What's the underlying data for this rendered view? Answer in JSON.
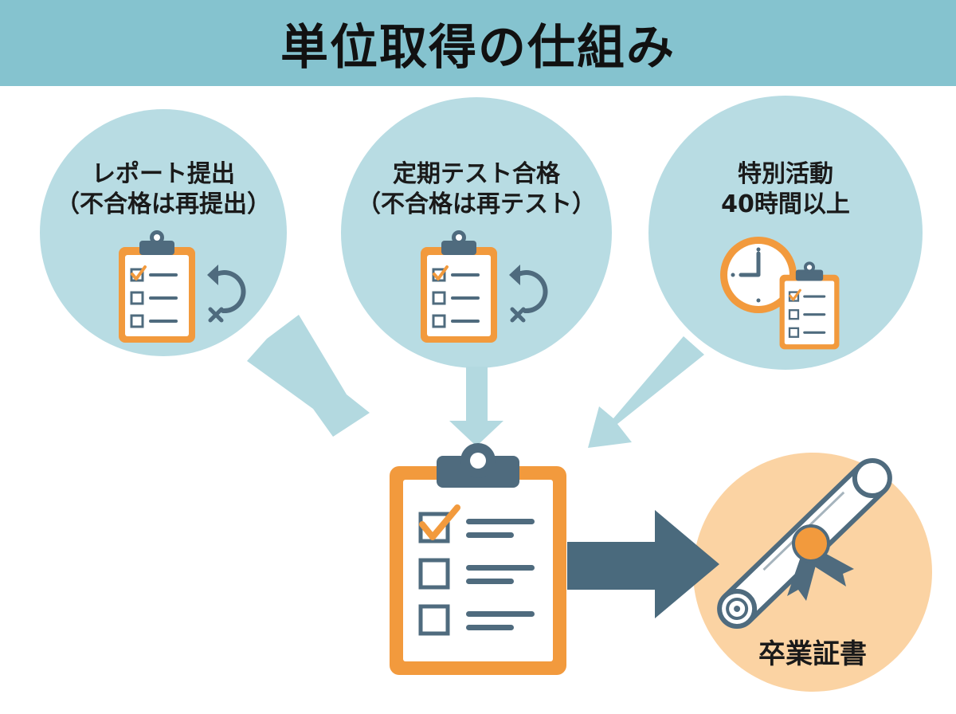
{
  "title": "単位取得の仕組み",
  "requirements": [
    {
      "line1": "レポート提出",
      "line2": "（不合格は再提出）",
      "icon": "clipboard-retry-icon"
    },
    {
      "line1": "定期テスト合格",
      "line2": "（不合格は再テスト）",
      "icon": "clipboard-retry-icon"
    },
    {
      "line1": "特別活動",
      "line2": "40時間以上",
      "icon": "clock-clipboard-icon"
    }
  ],
  "credit_icon": "clipboard-checklist-icon",
  "outcome": {
    "label": "卒業証書",
    "icon": "diploma-scroll-icon"
  },
  "colors": {
    "header": "#85c3cf",
    "circle": "#b8dce3",
    "arrow_light": "#b3d9e0",
    "arrow_dark": "#4a6a7d",
    "orange": "#f29a3d",
    "slate": "#4f6b7e",
    "diploma_circle": "#fbd3a3"
  }
}
